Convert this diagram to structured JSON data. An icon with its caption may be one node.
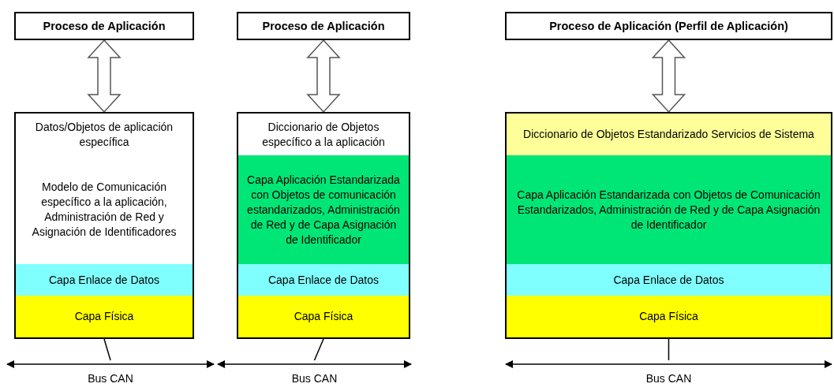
{
  "diagram": {
    "nodes": [
      {
        "text": [
          "Proceso de Aplicación"
        ]
      },
      {
        "text": [
          "Datos/Objetos de aplicación específica"
        ]
      },
      {
        "text": [
          "Modelo de Comunicación específico a la aplicación, Administración de Red y Asignación de Identificadores"
        ]
      },
      {
        "text": [
          "Capa Enlace de Datos"
        ]
      },
      {
        "text": [
          "Capa Física"
        ]
      },
      {
        "text": [
          "Bus CAN"
        ]
      },
      {
        "text": [
          "Proceso de Aplicación"
        ]
      },
      {
        "text": [
          "Diccionario de Objetos específico a la aplicación"
        ]
      },
      {
        "text": [
          "Capa Aplicación Estandarizada con Objetos de comunicación estandarizados, Administración de Red y de Capa Asignación de Identificador"
        ]
      },
      {
        "text": [
          "Capa Enlace de Datos"
        ]
      },
      {
        "text": [
          "Capa Física"
        ]
      },
      {
        "text": [
          "Bus CAN"
        ]
      },
      {
        "text": [
          "Proceso de Aplicación (Perfil de Aplicación)"
        ]
      },
      {
        "text": [
          "Diccionario de Objetos Estandarizado Servicios de Sistema"
        ]
      },
      {
        "text": [
          "Capa Aplicación Estandarizada con Objetos de Comunicación Estandarizados, Administración de Red y de Capa Asignación de Identificador"
        ]
      },
      {
        "text": [
          "Capa Enlace de Datos"
        ]
      },
      {
        "text": [
          "Capa Física"
        ]
      },
      {
        "text": [
          "Bus CAN"
        ]
      }
    ],
    "edges": [
      {
        "from": 0,
        "to": 1,
        "arrow": "both",
        "style": "thick"
      },
      {
        "from": 4,
        "to": 5,
        "arrow": "none"
      },
      {
        "from": 6,
        "to": 7,
        "arrow": "both",
        "style": "thick"
      },
      {
        "from": 10,
        "to": 11,
        "arrow": "none"
      },
      {
        "from": 12,
        "to": 13,
        "arrow": "both",
        "style": "thick"
      },
      {
        "from": 16,
        "to": 17,
        "arrow": "none"
      }
    ]
  }
}
